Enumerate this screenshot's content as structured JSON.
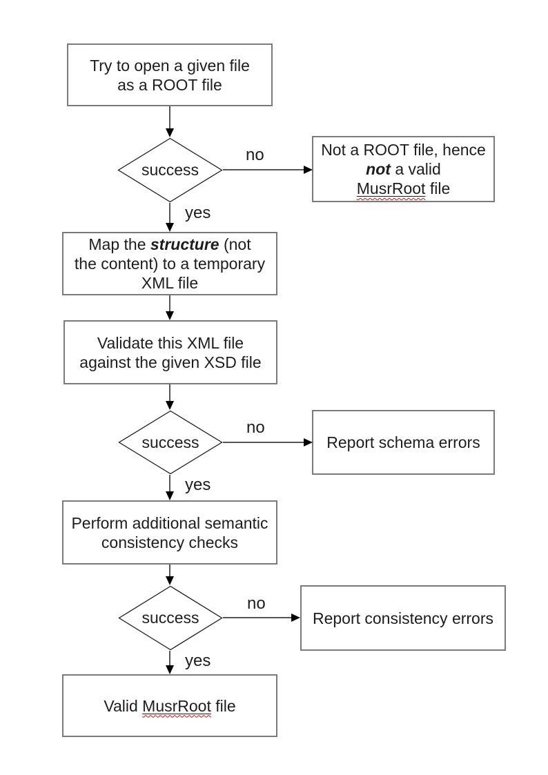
{
  "colors": {
    "box_border": "#7a7a7a",
    "diamond_border": "#1d1d1d",
    "connector": "#555555",
    "arrowhead": "#000000",
    "text": "#1d1d1d",
    "spellcheck_squiggle": "#e00000",
    "page_bg": "#ffffff"
  },
  "flowchart": {
    "nodes": {
      "open_file": {
        "type": "process",
        "line1": "Try to open a given file",
        "line2": "as a ROOT file"
      },
      "decision_open": {
        "type": "decision",
        "label": "success"
      },
      "not_root": {
        "type": "process",
        "line1": "Not a ROOT file, hence",
        "line2_emph": "not",
        "line2_rest": " a valid",
        "line3_word": "MusrRoot",
        "line3_rest": " file"
      },
      "map_structure": {
        "type": "process",
        "line1_pre": "Map the ",
        "line1_emph": "structure",
        "line1_post": " (not",
        "line2": "the content) to a temporary",
        "line3": "XML file"
      },
      "validate_xml": {
        "type": "process",
        "line1": "Validate this XML file",
        "line2": "against the given XSD file"
      },
      "decision_validate": {
        "type": "decision",
        "label": "success"
      },
      "report_schema": {
        "type": "process",
        "label": "Report schema errors"
      },
      "semantic_checks": {
        "type": "process",
        "line1": "Perform additional semantic",
        "line2": "consistency checks"
      },
      "decision_semantic": {
        "type": "decision",
        "label": "success"
      },
      "report_consistency": {
        "type": "process",
        "label": "Report consistency errors"
      },
      "valid_file": {
        "type": "process",
        "pre": "Valid ",
        "word": "MusrRoot",
        "post": " file"
      }
    },
    "edge_labels": {
      "no1": "no",
      "yes1": "yes",
      "no2": "no",
      "yes2": "yes",
      "no3": "no",
      "yes3": "yes"
    }
  }
}
